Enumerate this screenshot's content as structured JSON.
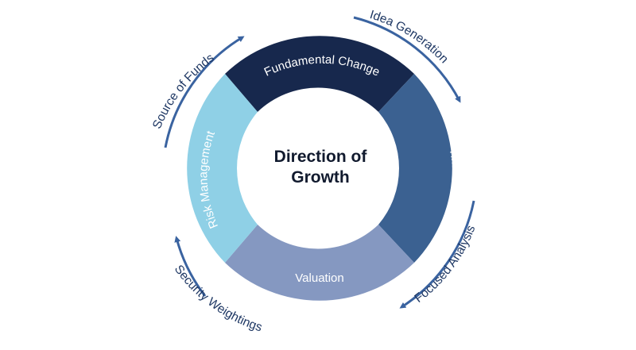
{
  "center": {
    "line1": "Direction of",
    "line2": "Growth"
  },
  "segments": {
    "fundamental_change": "Fundamental Change",
    "timeliness": "Timeliness",
    "valuation": "Valuation",
    "risk_management": "Risk Management"
  },
  "outer_labels": {
    "idea_generation": "Idea Generation",
    "focused_analysis": "Focused Analysis",
    "security_weightings": "Security Weightings",
    "source_of_funds": "Source of Funds"
  },
  "colors": {
    "fundamental_change": "#17284d",
    "timeliness": "#3b6191",
    "valuation": "#8598c1",
    "risk_management": "#8fd0e6",
    "arrow": "#3a63a0",
    "outer_text": "#1f3864"
  }
}
